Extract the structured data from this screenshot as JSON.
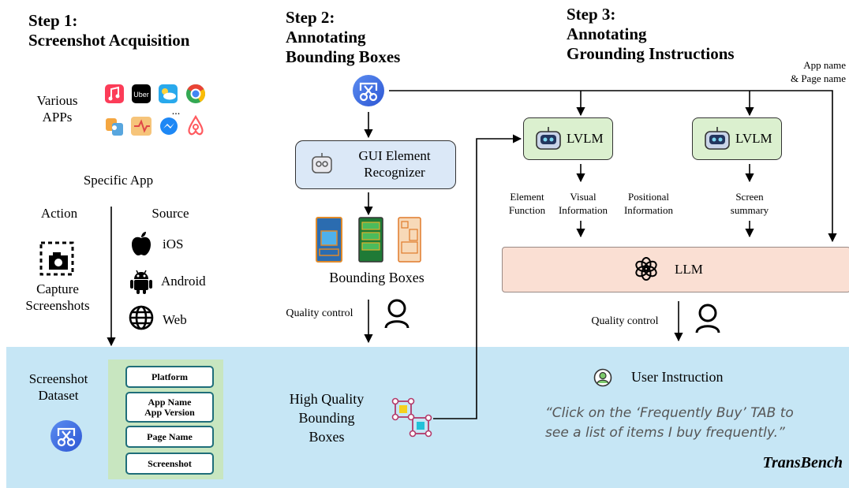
{
  "step1": {
    "title_line1": "Step 1:",
    "title_line2": "Screenshot Acquisition",
    "various_line1": "Various",
    "various_line2": "APPs",
    "dots": "...",
    "specific_app": "Specific App",
    "action": "Action",
    "source": "Source",
    "ios": "iOS",
    "android": "Android",
    "web": "Web",
    "capture_line1": "Capture",
    "capture_line2": "Screenshots",
    "dataset_line1": "Screenshot",
    "dataset_line2": "Dataset",
    "fields": [
      "Platform",
      "App Name",
      "App Version",
      "Page Name",
      "Screenshot"
    ],
    "app_icons": [
      "music-app-icon",
      "uber-app-icon",
      "weather-app-icon",
      "chrome-app-icon",
      "collage-app-icon",
      "health-app-icon",
      "messenger-app-icon",
      "airbnb-app-icon"
    ],
    "uber_text": "Uber"
  },
  "step2": {
    "title_line1": "Step 2:",
    "title_line2": "Annotating",
    "title_line3": "Bounding Boxes",
    "recognizer_line1": "GUI Element",
    "recognizer_line2": "Recognizer",
    "bounding_boxes": "Bounding Boxes",
    "quality_control": "Quality control",
    "hq_line1": "High Quality",
    "hq_line2": "Bounding",
    "hq_line3": "Boxes"
  },
  "step3": {
    "title_line1": "Step 3:",
    "title_line2": "Annotating",
    "title_line3": "Grounding Instructions",
    "app_page_line1": "App name",
    "app_page_line2": "& Page name",
    "lvlm": "LVLM",
    "element_function_line1": "Element",
    "element_function_line2": "Function",
    "visual_line1": "Visual",
    "visual_line2": "Information",
    "positional_line1": "Positional",
    "positional_line2": "Information",
    "screen_line1": "Screen",
    "screen_line2": "summary",
    "llm": "LLM",
    "quality_control": "Quality control",
    "user_instruction": "User Instruction",
    "quote_line1": "“Click on the ‘Frequently Buy’ TAB to",
    "quote_line2": "see a list of items I buy frequently.”",
    "brand": "TransBench"
  },
  "colors": {
    "band": "#c6e6f5",
    "dataset_box": "#c8e6c0",
    "lvlm_fill": "#dbf0cf",
    "llm_fill": "#fadfd3",
    "gui_fill": "#dbe8f7",
    "logo_blue": "#3a6fe0"
  }
}
